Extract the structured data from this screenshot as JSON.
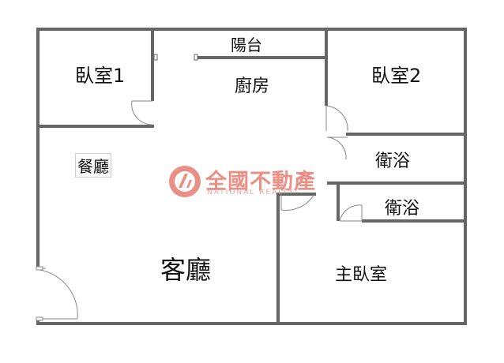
{
  "rooms": {
    "bedroom1": "臥室1",
    "balcony": "陽台",
    "kitchen": "廚房",
    "bedroom2": "臥室2",
    "dining": "餐廳",
    "bath1": "衛浴",
    "bath2": "衛浴",
    "living": "客廳",
    "master": "主臥室"
  },
  "watermark": {
    "brand": "全國不動產",
    "sub": "NATIONAL REALTY"
  },
  "colors": {
    "wall": "#666666",
    "door": "#888888",
    "watermark": "#e36a5e",
    "background": "#ffffff"
  }
}
